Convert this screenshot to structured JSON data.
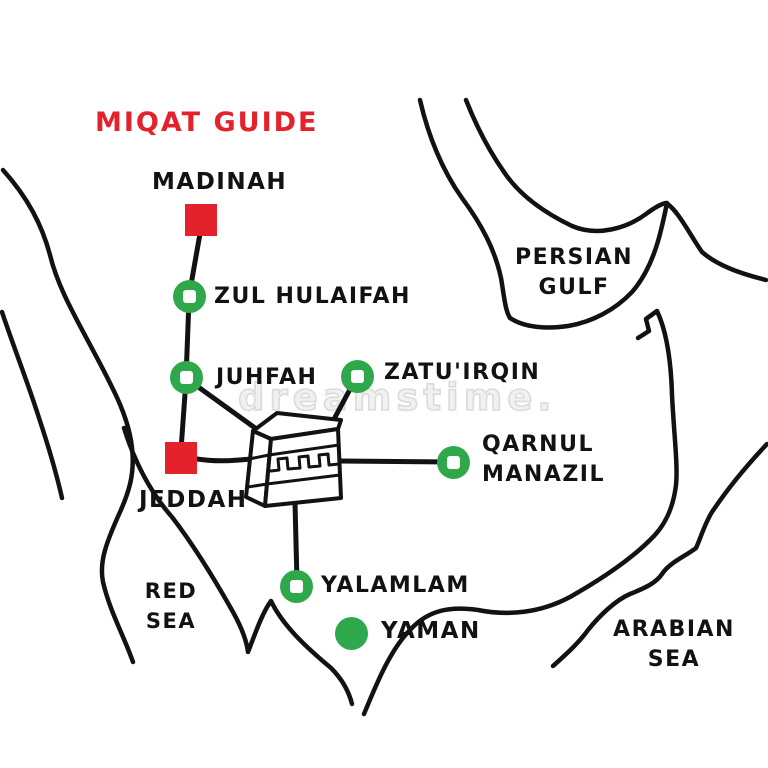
{
  "title": "MIQAT GUIDE",
  "watermark": "dreamstime.",
  "colors": {
    "accent_red": "#e3222b",
    "marker_green": "#2fa84b",
    "ink": "#121212"
  },
  "places": {
    "madinah": {
      "label": "MADINAH",
      "marker": "red-square"
    },
    "jeddah": {
      "label": "JEDDAH",
      "marker": "red-square"
    },
    "zul_hulaifah": {
      "label": "ZUL HULAIFAH",
      "marker": "green-ring-square"
    },
    "juhfah": {
      "label": "JUHFAH",
      "marker": "green-ring-square"
    },
    "zatu_irqin": {
      "label": "ZATU'IRQIN",
      "marker": "green-ring-square"
    },
    "qarnul_manazil": {
      "label": "QARNUL\nMANAZIL",
      "marker": "green-ring-square"
    },
    "yalamlam": {
      "label": "YALAMLAM",
      "marker": "green-ring-square"
    },
    "yaman": {
      "label": "YAMAN",
      "marker": "green-dot"
    }
  },
  "seas": {
    "persian_gulf": "PERSIAN\nGULF",
    "red_sea": "RED\nSEA",
    "arabian_sea": "ARABIAN\nSEA"
  }
}
